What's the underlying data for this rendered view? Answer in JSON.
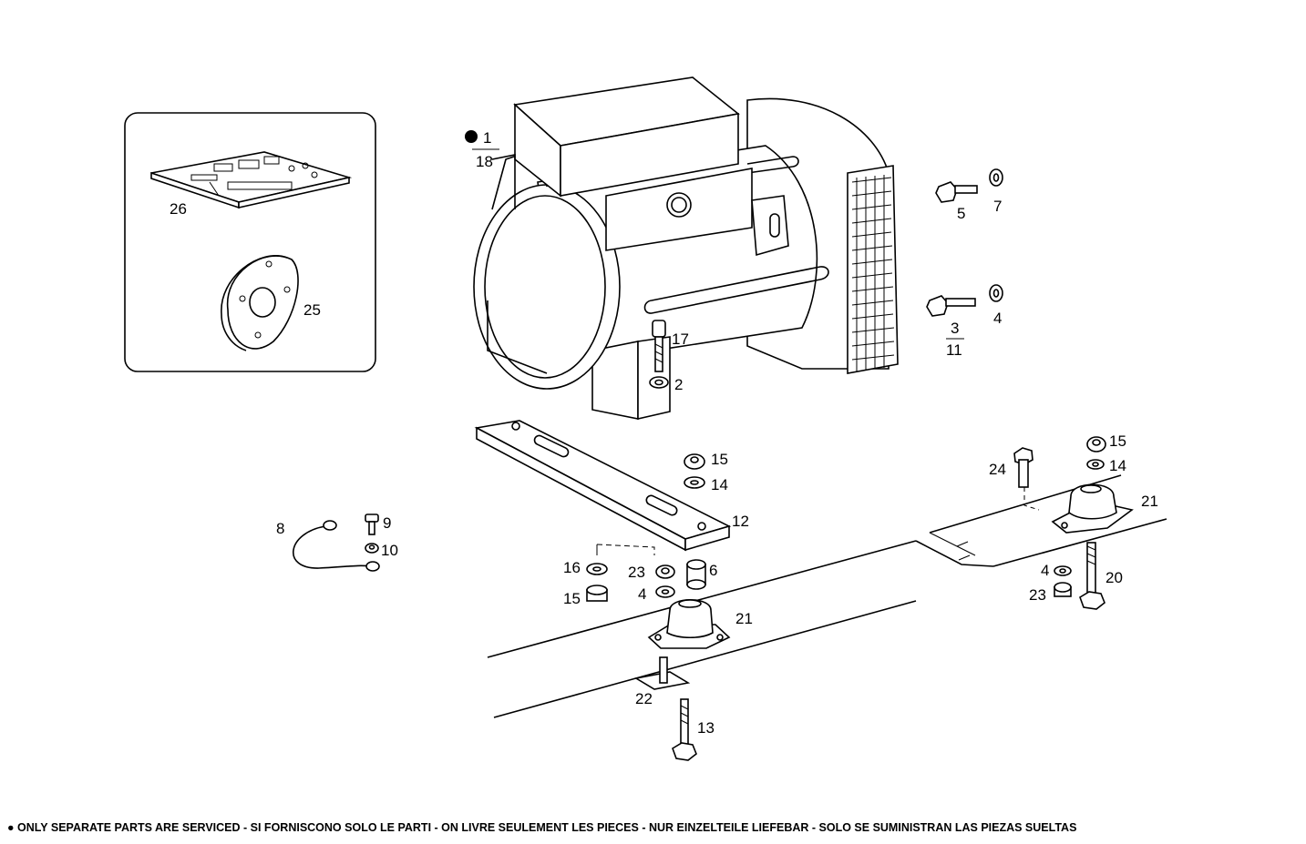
{
  "labels": {
    "p1": "1",
    "p18": "18",
    "p2": "2",
    "p3": "3",
    "p11": "11",
    "p4a": "4",
    "p4b": "4",
    "p4c": "4",
    "p5": "5",
    "p6": "6",
    "p7": "7",
    "p8": "8",
    "p9": "9",
    "p10": "10",
    "p12": "12",
    "p13": "13",
    "p14a": "14",
    "p14b": "14",
    "p15a": "15",
    "p15b": "15",
    "p15c": "15",
    "p16": "16",
    "p17": "17",
    "p20": "20",
    "p21a": "21",
    "p21b": "21",
    "p22": "22",
    "p23a": "23",
    "p23b": "23",
    "p24": "24",
    "p25": "25",
    "p26": "26"
  },
  "footer": {
    "bullet": "●",
    "text": "ONLY SEPARATE PARTS ARE SERVICED - SI FORNISCONO SOLO LE PARTI  - ON LIVRE SEULEMENT LES PIECES - NUR EINZELTEILE LIEFEBAR - SOLO SE SUMINISTRAN LAS PIEZAS SUELTAS"
  }
}
